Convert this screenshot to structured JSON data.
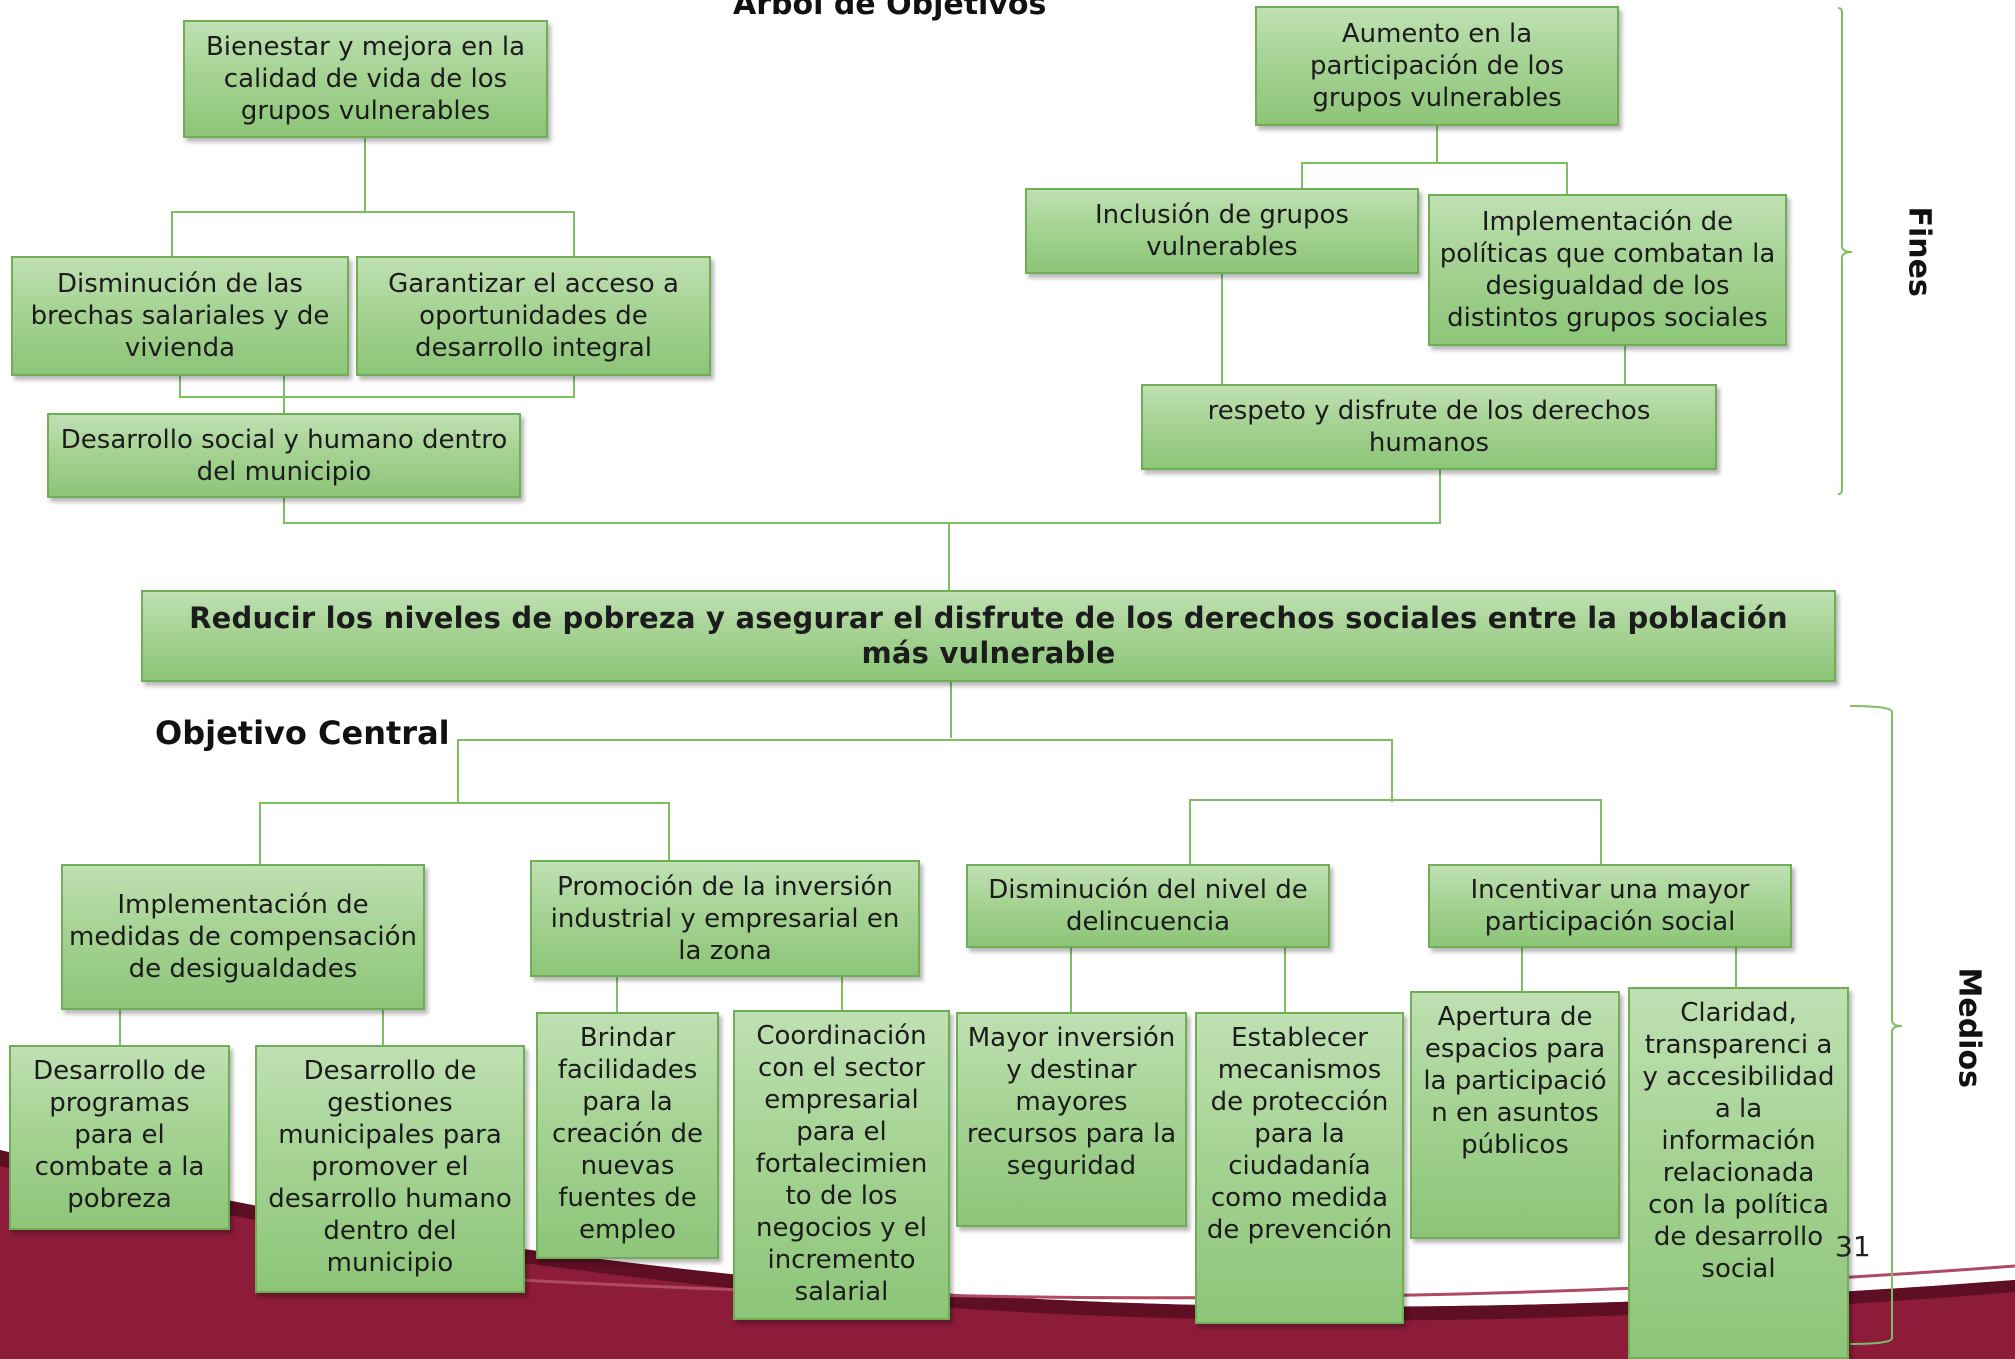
{
  "title": "Árbol de Objetivos",
  "labels": {
    "central": "Objetivo Central",
    "fines": "Fines",
    "medios": "Medios"
  },
  "page_number": "31",
  "fines": {
    "left_top": "Bienestar y mejora en la calidad de vida de los grupos vulnerables",
    "left_mid_1": "Disminución de las brechas salariales y de vivienda",
    "left_mid_2": "Garantizar el acceso a oportunidades de desarrollo integral",
    "left_bottom": "Desarrollo social y humano dentro del municipio",
    "right_top": "Aumento en la participación de los grupos vulnerables",
    "right_mid_1": "Inclusión de grupos vulnerables",
    "right_mid_2": "Implementación de políticas que combatan la desigualdad de los distintos grupos sociales",
    "right_bottom": "respeto y disfrute de los derechos humanos"
  },
  "central_objective": "Reducir los niveles de pobreza y asegurar el disfrute de los derechos sociales entre la población más vulnerable",
  "medios": {
    "m1": "Implementación de medidas de compensación de desigualdades",
    "m2": "Promoción de la inversión industrial y empresarial en la zona",
    "m3": "Disminución del nivel de delincuencia",
    "m4": "Incentivar una mayor participación social",
    "m1a": "Desarrollo de programas para el combate a la pobreza",
    "m1b": "Desarrollo de gestiones municipales para promover el desarrollo humano dentro del municipio",
    "m2a": "Brindar facilidades para la creación de nuevas fuentes de empleo",
    "m2b": "Coordinación con el sector empresarial para el fortalecimien to de los negocios y el incremento salarial",
    "m3a": "Mayor inversión y destinar mayores recursos para la seguridad",
    "m3b": "Establecer mecanismos de protección para la ciudadanía como medida de prevención",
    "m4a": "Apertura de espacios para la participació n en asuntos públicos",
    "m4b": "Claridad, transparenci a y accesibilidad a la información relacionada con la política de desarrollo social"
  },
  "colors": {
    "box_fill": "#a6d394",
    "box_border": "#6fae55",
    "connector": "#7fbf63",
    "footer_maroon": "#8c1c3a"
  }
}
